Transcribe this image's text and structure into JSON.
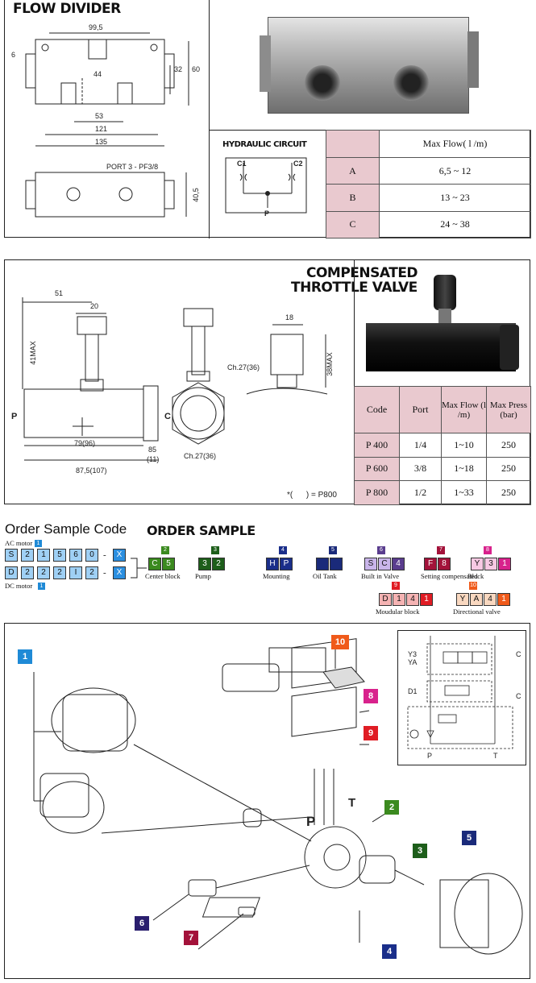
{
  "flow_divider": {
    "title": "FLOW DIVIDER",
    "dims": {
      "d1": "99,5",
      "d2": "6",
      "d3": "44",
      "d4": "32",
      "d5": "60",
      "d6": "53",
      "d7": "121",
      "d8": "135",
      "d9": "40,5"
    },
    "port_label": "PORT 3 - PF3/8",
    "circuit": {
      "title": "HYDRAULIC CIRCUIT",
      "c1": "C1",
      "c2": "C2",
      "p": "P"
    },
    "table": {
      "header": "Max Flow( l /m)",
      "rows": [
        {
          "type": "A",
          "flow": "6,5 ~ 12"
        },
        {
          "type": "B",
          "flow": "13 ~ 23"
        },
        {
          "type": "C",
          "flow": "24 ~ 38"
        }
      ]
    }
  },
  "throttle": {
    "title_line1": "COMPENSATED",
    "title_line2": "THROTTLE VALVE",
    "dims": {
      "d51": "51",
      "d20": "20",
      "d41": "41MAX",
      "d18": "18",
      "d38": "38MAX",
      "ch1": "Ch.27(36)",
      "ch2": "Ch.27(36)",
      "d79": "79(96)",
      "d875": "87,5(107)",
      "d85": "85",
      "d11": "(11)"
    },
    "port_p": "P",
    "port_c": "C",
    "note": "*(      ) = P800",
    "table": {
      "headers": [
        "Code",
        "Port",
        "Max Flow (l /m)",
        "Max Press (bar)"
      ],
      "rows": [
        [
          "P 400",
          "1/4",
          "1~10",
          "250"
        ],
        [
          "P 600",
          "3/8",
          "1~18",
          "250"
        ],
        [
          "P 800",
          "1/2",
          "1~33",
          "250"
        ]
      ]
    }
  },
  "order": {
    "heading": "Order Sample Code",
    "heading2": "ORDER SAMPLE",
    "ac_label": "AC motor",
    "dc_label": "DC motor",
    "ac_code": [
      "S",
      "2",
      "1",
      "5",
      "6",
      "0"
    ],
    "dc_code": [
      "D",
      "2",
      "2",
      "2",
      "I",
      "2"
    ],
    "x": "X",
    "dash": "-",
    "groups": [
      {
        "num": "2",
        "cells": [
          "C",
          "5"
        ],
        "label": "Center block"
      },
      {
        "num": "3",
        "cells": [
          "3",
          "2"
        ],
        "label": "Pump"
      },
      {
        "num": "4",
        "cells": [
          "H",
          "P"
        ],
        "label": "Mounting"
      },
      {
        "num": "5",
        "cells": [
          "",
          ""
        ],
        "label": "Oil Tank"
      },
      {
        "num": "6",
        "cells": [
          "S",
          "C",
          "4"
        ],
        "label": "Built in Valve"
      },
      {
        "num": "7",
        "cells": [
          "F",
          "8"
        ],
        "label": "Setting compensated"
      },
      {
        "num": "8",
        "cells": [
          "Y",
          "3",
          "1"
        ],
        "label": "Block"
      },
      {
        "num": "9",
        "cells": [
          "D",
          "1",
          "4",
          "1"
        ],
        "label": "Moudular block"
      },
      {
        "num": "10",
        "cells": [
          "Y",
          "A",
          "4",
          "1"
        ],
        "label": "Directional valve"
      }
    ],
    "badge1": "1"
  },
  "assembly": {
    "callouts": [
      "1",
      "2",
      "3",
      "4",
      "5",
      "6",
      "7",
      "8",
      "9",
      "10"
    ],
    "ports": {
      "p": "P",
      "t": "T"
    },
    "schematic": {
      "y3": "Y3",
      "ya": "YA",
      "d1": "D1",
      "c1": "C",
      "c2": "C",
      "p": "P",
      "t": "T"
    }
  },
  "colors": {
    "pink": "#e9c9cf",
    "c1": "#1f8ad6",
    "c2": "#3b8a1f",
    "c3": "#1d5e1a",
    "c4": "#1a2e8a",
    "c5": "#1a2a7a",
    "c6": "#5a3d8e",
    "c7": "#a3123a",
    "c8": "#d8228c",
    "c9": "#e01c24",
    "c10": "#f05a1a"
  }
}
